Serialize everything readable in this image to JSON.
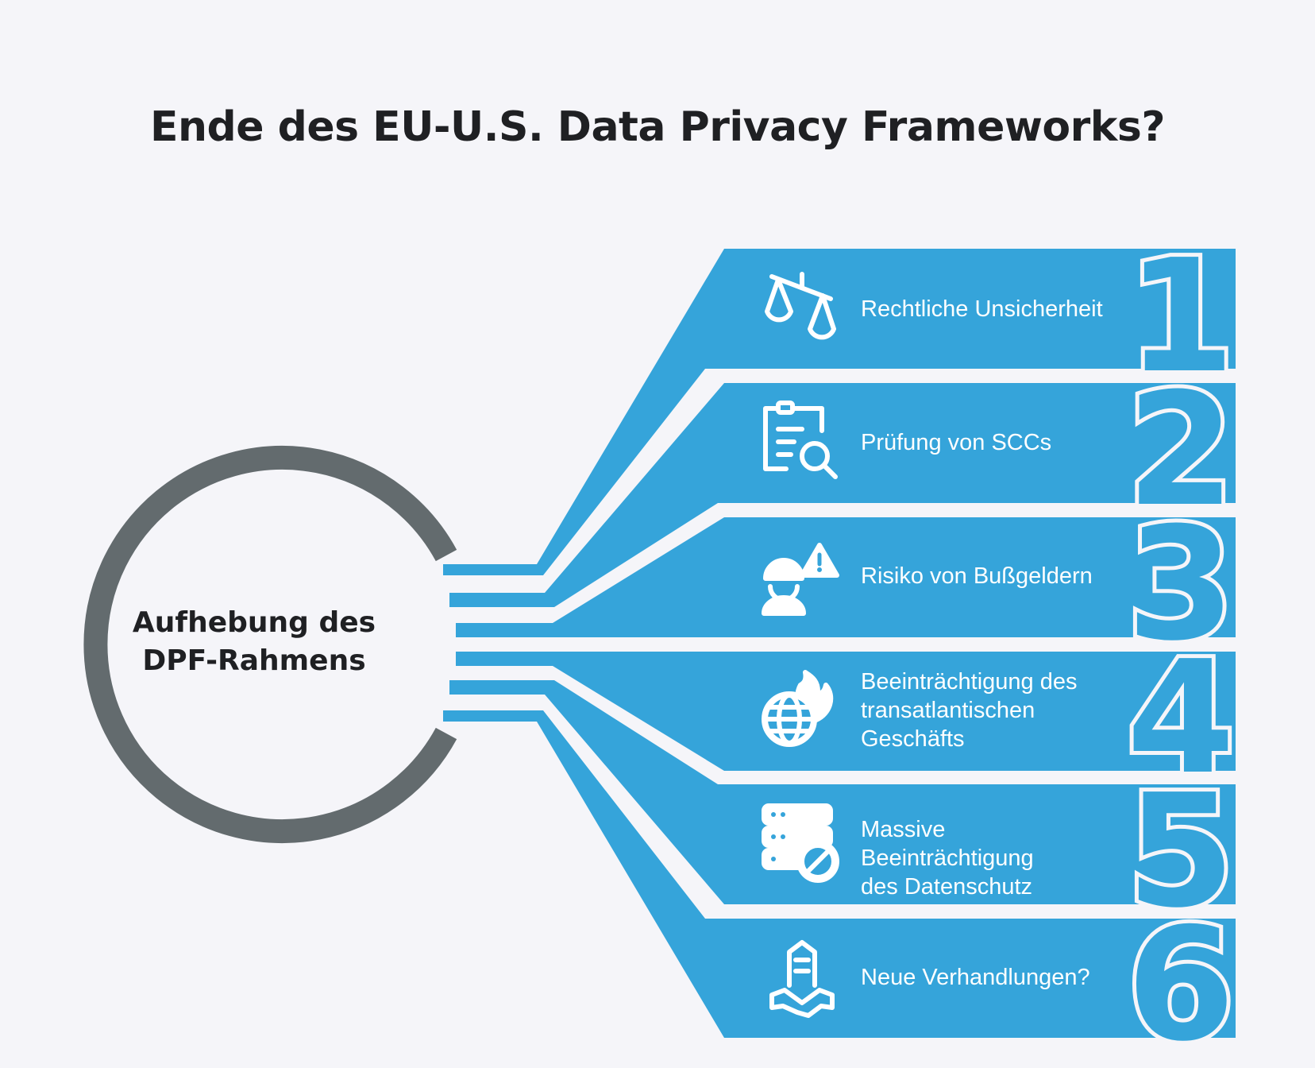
{
  "title": "Ende des EU-U.S. Data Privacy Frameworks?",
  "center": {
    "label": "Aufhebung des\nDPF-Rahmens"
  },
  "colors": {
    "band": "#35a4da",
    "ring": "#636b6e",
    "background": "#f5f5f9",
    "text_dark": "#1f2023",
    "text_light": "#ffffff"
  },
  "steps": [
    {
      "number": "1",
      "label": "Rechtliche Unsicherheit",
      "icon": "scales-icon"
    },
    {
      "number": "2",
      "label": "Prüfung von SCCs",
      "icon": "clipboard-search-icon"
    },
    {
      "number": "3",
      "label": "Risiko von Bußgeldern",
      "icon": "worker-warning-icon"
    },
    {
      "number": "4",
      "label": "Beeinträchtigung des\ntransatlantischen\nGeschäfts",
      "icon": "globe-fire-icon"
    },
    {
      "number": "5",
      "label": "Massive Beeinträchtigung\ndes Datenschutz",
      "icon": "server-blocked-icon"
    },
    {
      "number": "6",
      "label": "Neue Verhandlungen?",
      "icon": "building-handshake-icon"
    }
  ]
}
